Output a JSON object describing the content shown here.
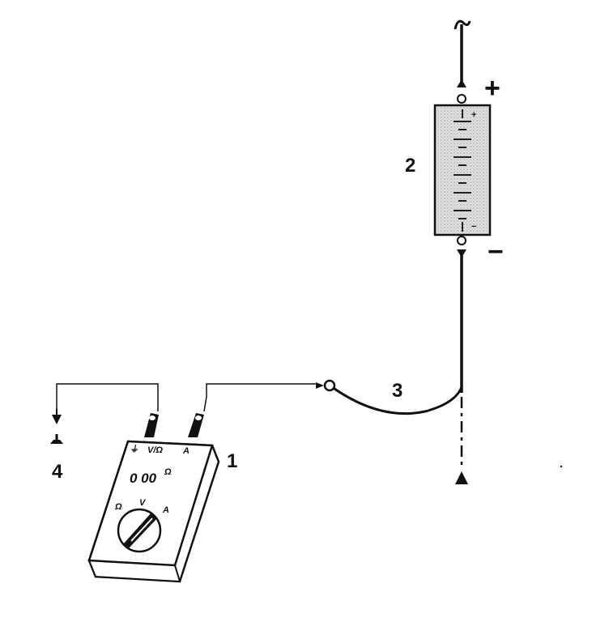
{
  "labels": {
    "multimeter": "1",
    "battery": "2",
    "cable": "3",
    "ground": "4",
    "plus": "+",
    "minus": "−"
  },
  "multimeter": {
    "terminal_com": "⏚",
    "terminal_vo": "V/Ω",
    "terminal_a": "A",
    "display": "0 00",
    "display_unit": "Ω",
    "dial_ohm": "Ω",
    "dial_v": "V",
    "dial_a": "A"
  },
  "colors": {
    "ink": "#111111",
    "battery_fill": "#cfcfcf",
    "paper": "#ffffff"
  }
}
